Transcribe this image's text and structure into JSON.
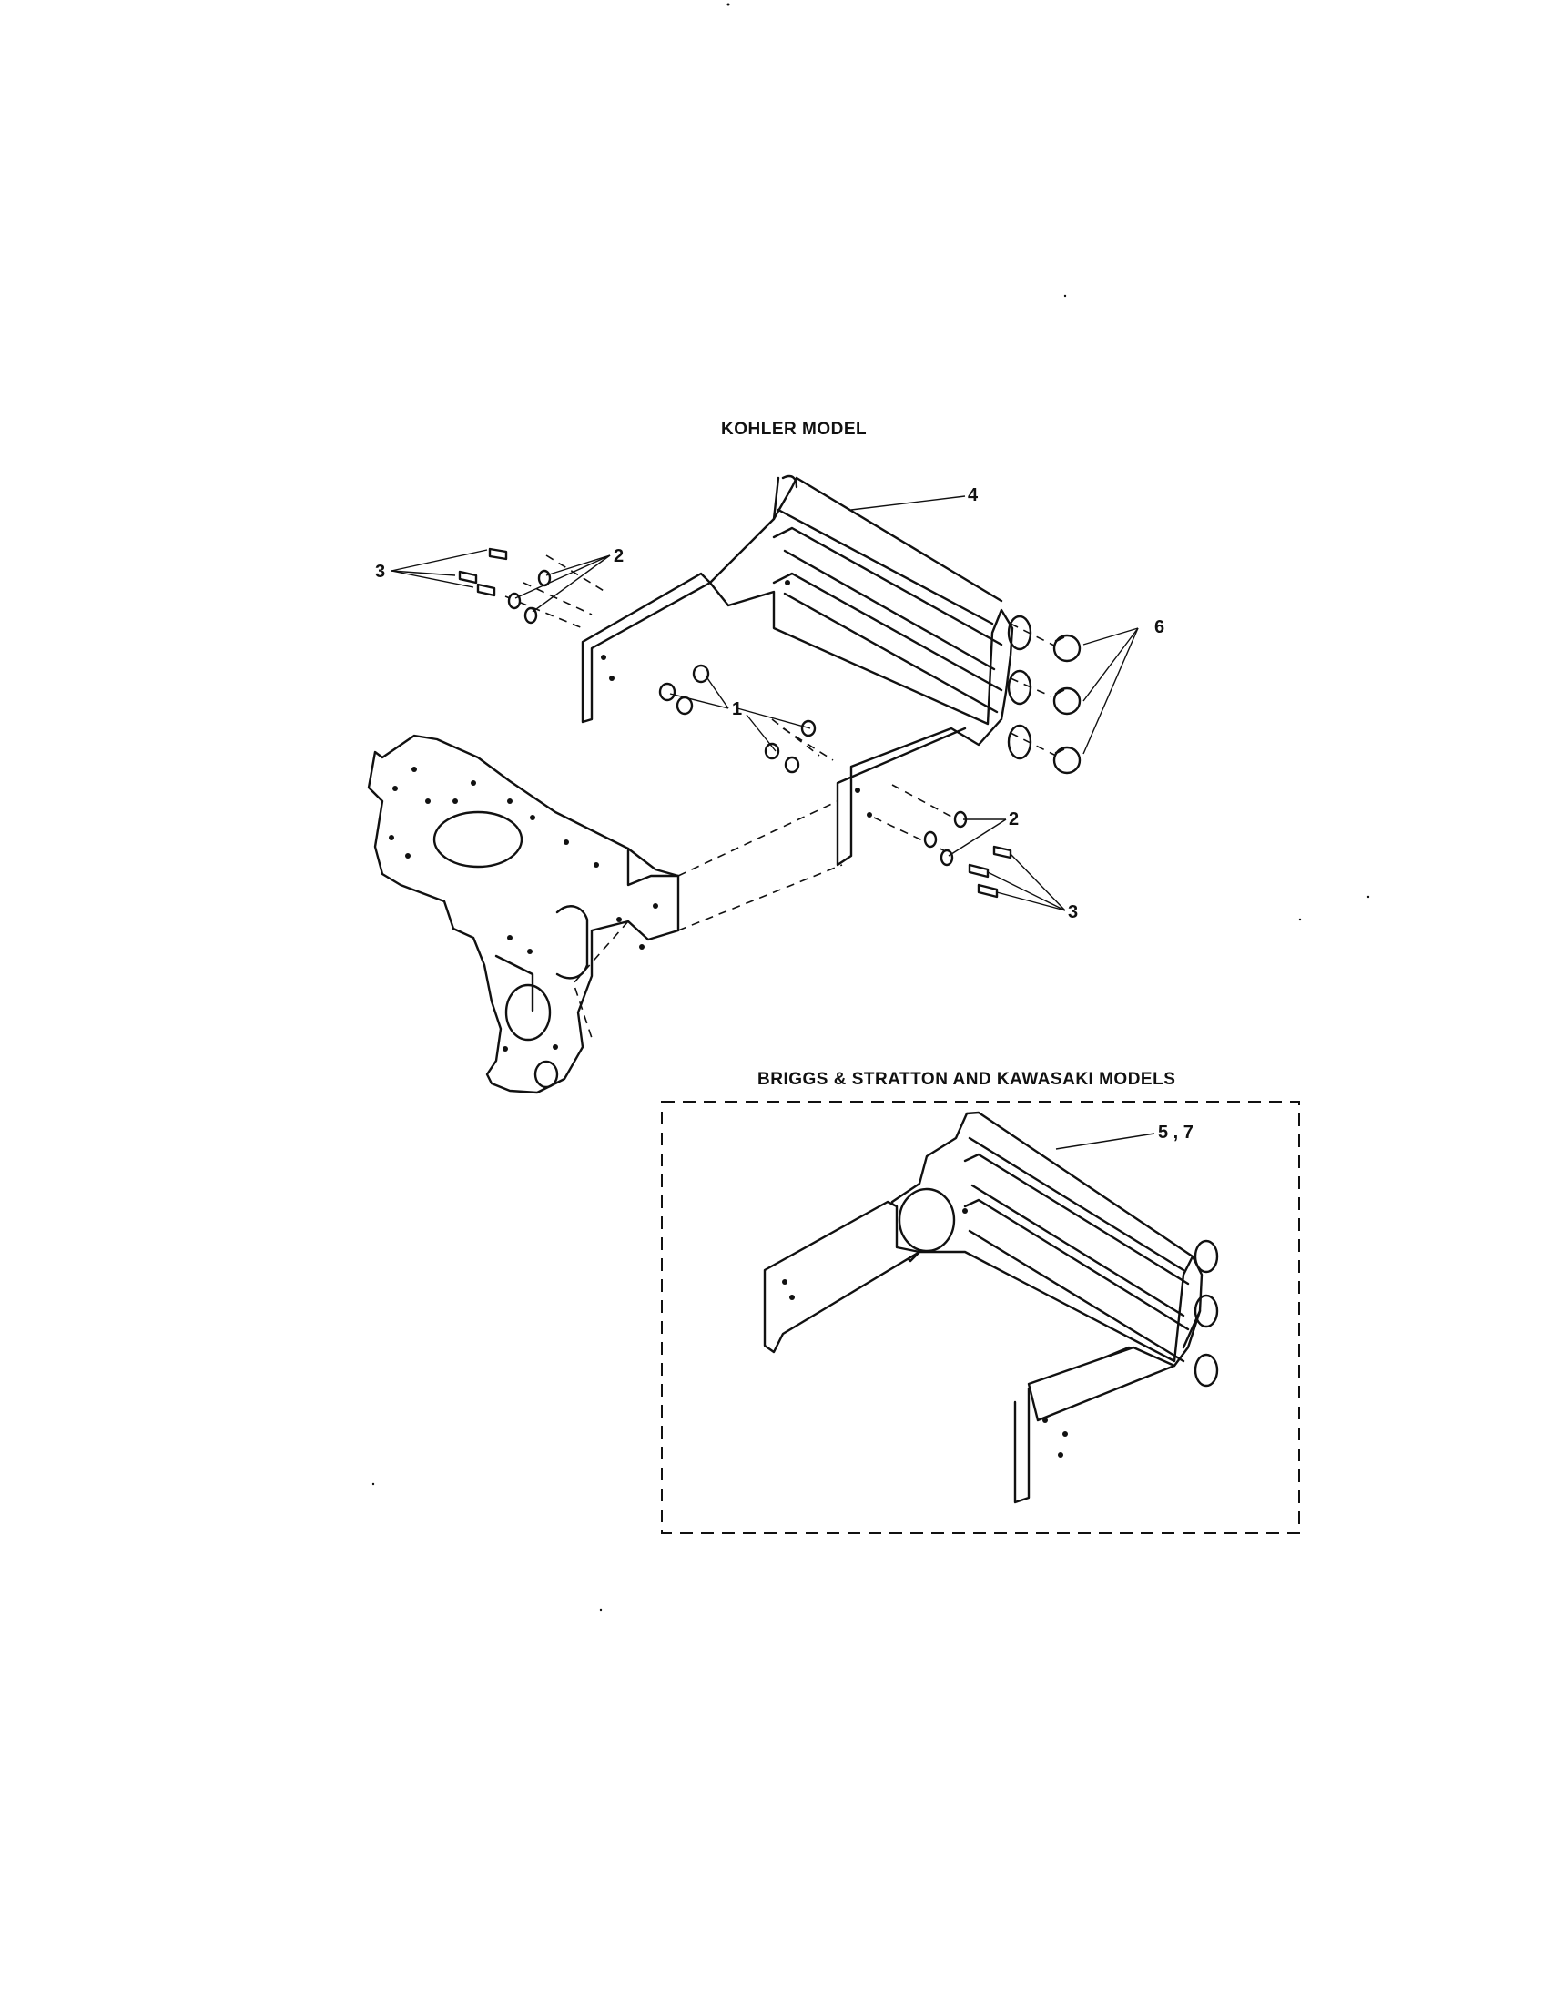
{
  "diagram": {
    "kohler": {
      "title": "KOHLER MODEL",
      "callouts": {
        "c1": "1",
        "c2_top": "2",
        "c2_bottom": "2",
        "c3_top": "3",
        "c3_bottom": "3",
        "c4": "4",
        "c6": "6"
      }
    },
    "briggs": {
      "title": "BRIGGS & STRATTON AND KAWASAKI MODELS",
      "callouts": {
        "c57": "5 , 7"
      }
    }
  }
}
